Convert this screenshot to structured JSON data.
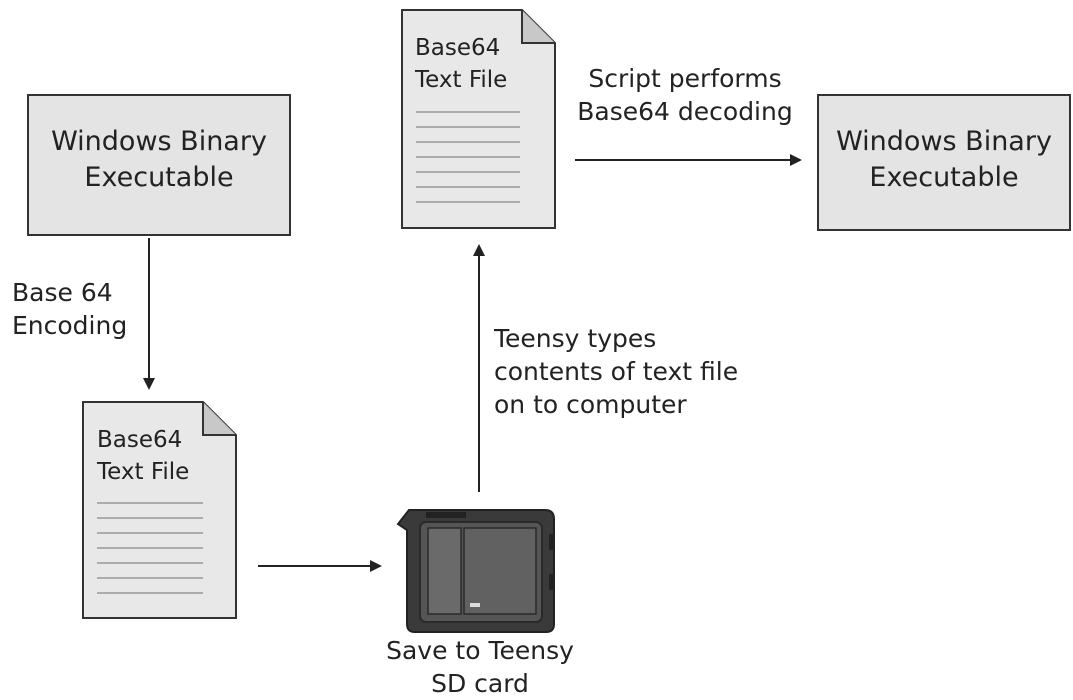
{
  "nodes": {
    "source_exe": {
      "line1": "Windows Binary",
      "line2": "Executable"
    },
    "target_exe": {
      "line1": "Windows Binary",
      "line2": "Executable"
    },
    "doc_top": {
      "line1": "Base64",
      "line2": "Text File"
    },
    "doc_bottom": {
      "line1": "Base64",
      "line2": "Text File"
    }
  },
  "labels": {
    "encoding": {
      "line1": "Base 64",
      "line2": "Encoding"
    },
    "decoding": {
      "line1": "Script performs",
      "line2": "Base64 decoding"
    },
    "teensy": {
      "line1": "Teensy types",
      "line2": "contents of text file",
      "line3": "on to computer"
    },
    "sd_card": {
      "line1": "Save to Teensy",
      "line2": "SD card"
    }
  },
  "colors": {
    "box_fill": "#e4e4e4",
    "doc_fill": "#e8e8e8",
    "stroke": "#333333",
    "sd_dark": "#3a3a3a",
    "sd_mid": "#555555"
  }
}
